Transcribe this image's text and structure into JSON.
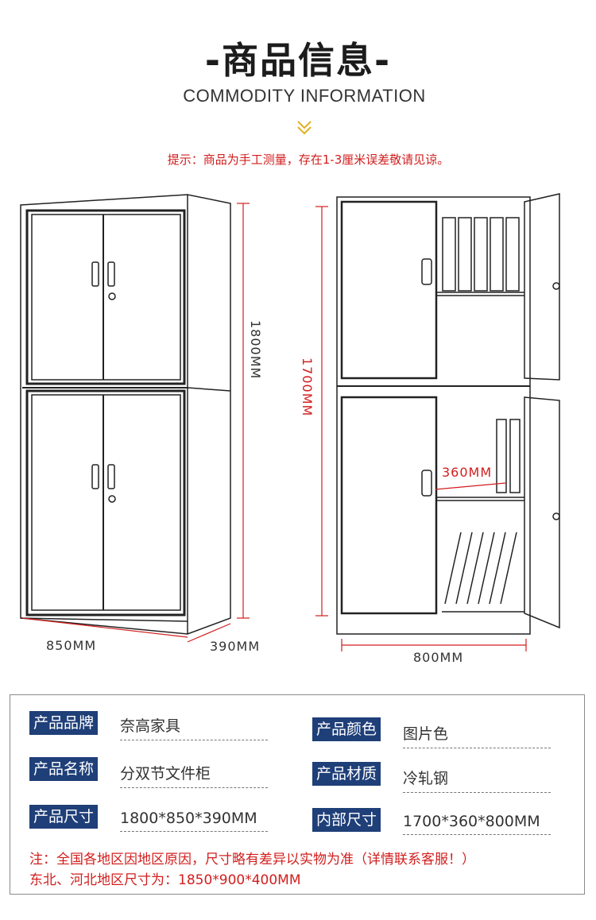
{
  "header": {
    "title": "-商品信息-",
    "subtitle": "COMMODITY INFORMATION",
    "tip": "提示：商品为手工测量，存在1-3厘米误差敬请见谅。"
  },
  "colors": {
    "accent_red": "#d21e1e",
    "badge_blue": "#1f3f78",
    "chevron_gold": "#e0b020"
  },
  "icons": {
    "chevron": "double-chevron-down-icon"
  },
  "diagram": {
    "height_left": "1800MM",
    "width_left": "850MM",
    "depth_left": "390MM",
    "height_right": "1700MM",
    "inner_depth": "360MM",
    "width_right": "800MM"
  },
  "specs": {
    "brand_label": "产品品牌",
    "brand_value": "奈高家具",
    "color_label": "产品颜色",
    "color_value": "图片色",
    "name_label": "产品名称",
    "name_value": "分双节文件柜",
    "material_label": "产品材质",
    "material_value": "冷轧钢",
    "size_label": "产品尺寸",
    "size_value": "1800*850*390MM",
    "inner_label": "内部尺寸",
    "inner_value": "1700*360*800MM"
  },
  "notes": {
    "line1": "注：全国各地区因地区原因，尺寸略有差异以实物为准（详情联系客服！）",
    "line2": "东北、河北地区尺寸为：1850*900*400MM"
  }
}
